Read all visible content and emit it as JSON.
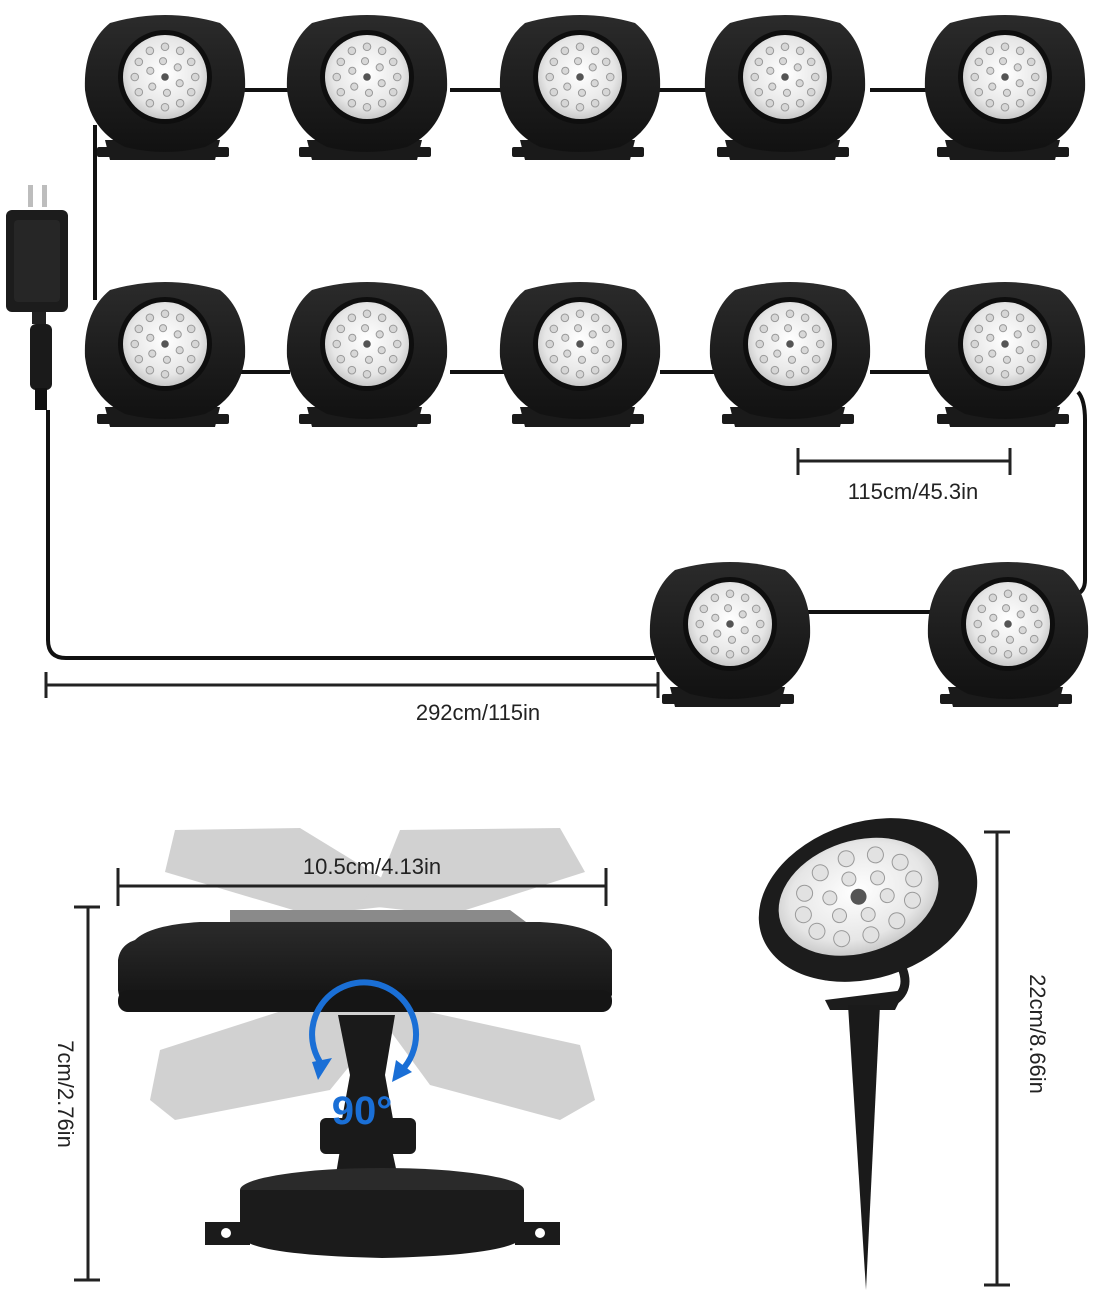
{
  "product": {
    "light_count": 12,
    "led_per_light": 18
  },
  "dimensions": {
    "spacing_label": "115cm/45.3in",
    "lead_cable_label": "292cm/115in",
    "width_label": "10.5cm/4.13in",
    "base_height_label": "7cm/2.76in",
    "stake_height_label": "22cm/8.66in",
    "rotation_label": "90°"
  },
  "colors": {
    "housing": "#1c1c1c",
    "lens": "#ececec",
    "cable": "#111111",
    "rotation_arrow": "#1a6fd6",
    "ghost": "#bdbdbd"
  }
}
